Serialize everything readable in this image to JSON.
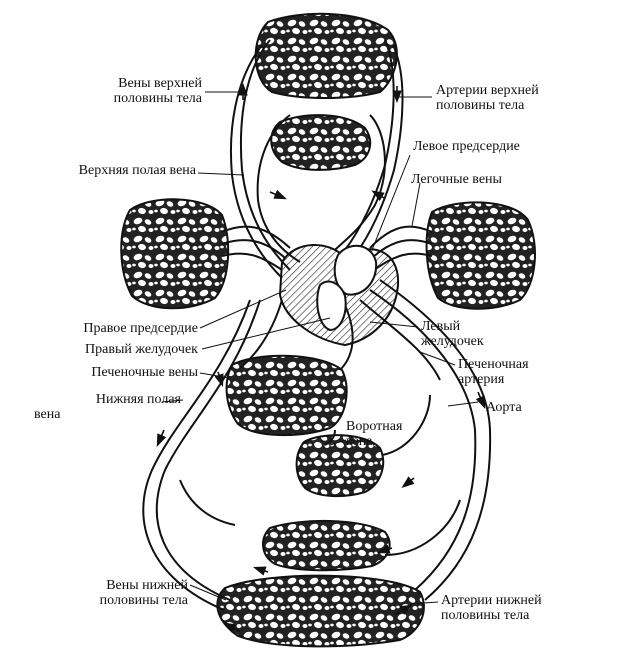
{
  "labels": {
    "upper_body_veins": [
      "Вены верхней",
      "половины тела"
    ],
    "upper_body_arteries": [
      "Артерии верхней",
      "половины тела"
    ],
    "left_atrium": "Левое предсердие",
    "superior_vena_cava": "Верхняя полая вена",
    "pulmonary_veins": "Легочные вены",
    "right_atrium": "Правое предсердие",
    "right_ventricle": "Правый желудочек",
    "left_ventricle": [
      "Левый",
      "желудочек"
    ],
    "hepatic_veins": "Печеночные вены",
    "hepatic_artery": [
      "Печеночная",
      "артерия"
    ],
    "inferior_vena_cava": [
      "Нижняя полая",
      "вена"
    ],
    "aorta": "Аорта",
    "portal_vein": [
      "Воротная",
      "вена"
    ],
    "lower_body_veins": [
      "Вены нижней",
      "половины тела"
    ],
    "lower_body_arteries": [
      "Артерии нижней",
      "половины тела"
    ]
  },
  "colors": {
    "ink": "#111111",
    "background": "#ffffff",
    "hatch": "#222222"
  }
}
